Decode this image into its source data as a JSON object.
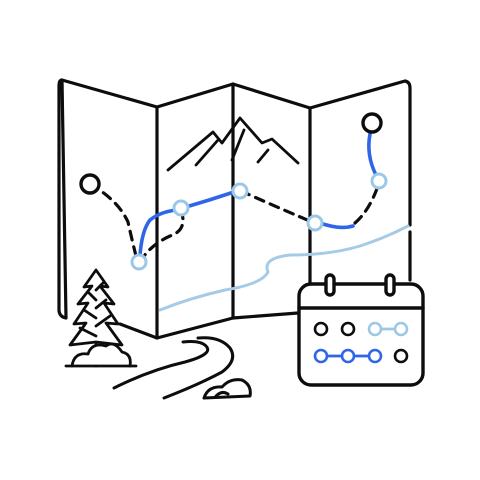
{
  "illustration": {
    "subject": "folded-trail-map-with-calendar",
    "colors": {
      "outline": "#0d0d0d",
      "route_blue": "#2f66e8",
      "river_light_blue": "#a6cbe6",
      "waypoint_light_blue": "#9cc8e6",
      "background": "#ffffff"
    },
    "icons": [
      "folded-map-icon",
      "mountain-icon",
      "trail-route-icon",
      "river-icon",
      "pine-tree-icon",
      "bush-icon",
      "path-icon",
      "rocks-icon",
      "calendar-icon"
    ],
    "calendar": {
      "rows": [
        [
          "empty",
          "empty",
          "light-range",
          "light-range"
        ],
        [
          "blue-range",
          "blue-range",
          "blue-range",
          "empty"
        ]
      ]
    }
  }
}
